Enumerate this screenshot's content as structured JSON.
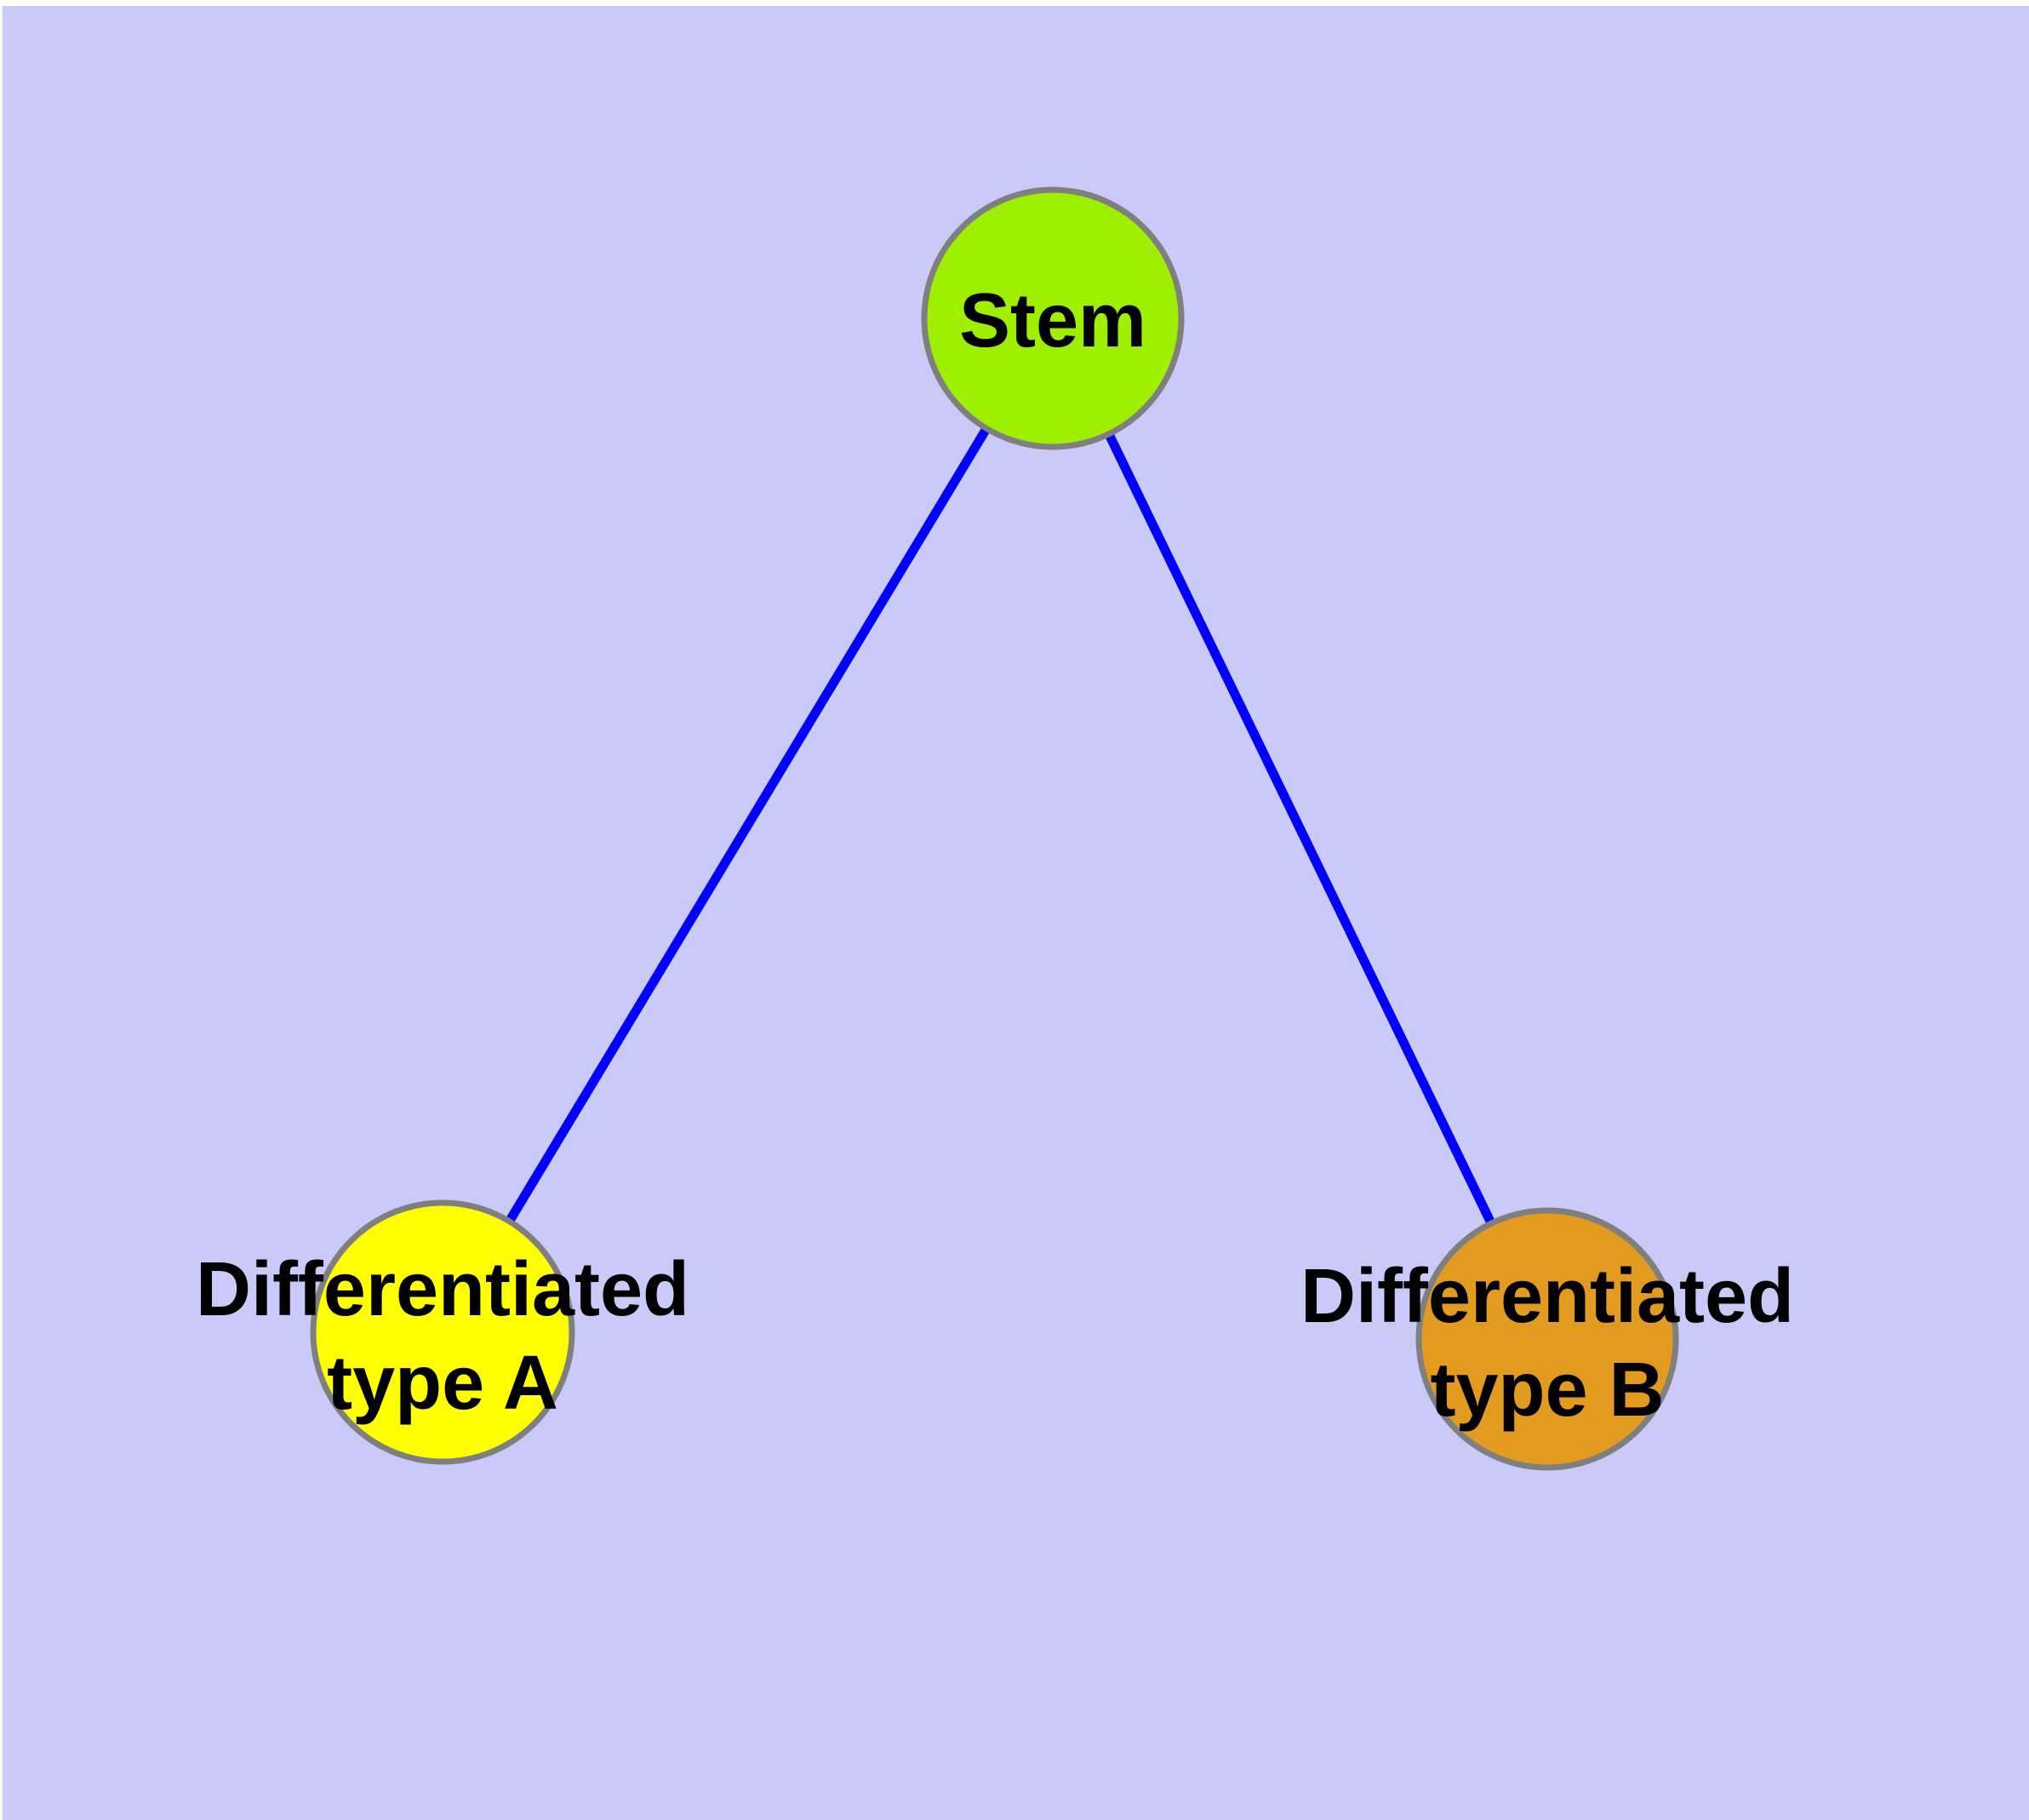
{
  "diagram": {
    "type": "graph",
    "background_color": "#CACAF8",
    "frame_color": "#FFFFFF",
    "edge_color": "#0000FF",
    "node_border_color": "#7F7F7F",
    "text_color": "#000000",
    "nodes": [
      {
        "id": "stem",
        "label": "Stem",
        "color": "#9EEF00"
      },
      {
        "id": "differentiated-type-a",
        "label": "Differentiated type A",
        "label_line1": "Differentiated",
        "label_line2": "type A",
        "color": "#FFFF00"
      },
      {
        "id": "differentiated-type-b",
        "label": "Differentiated type B",
        "label_line1": "Differentiated",
        "label_line2": "type B",
        "color": "#E29B1E"
      }
    ],
    "edges": [
      {
        "from": "stem",
        "to": "differentiated-type-a"
      },
      {
        "from": "stem",
        "to": "differentiated-type-b"
      }
    ]
  }
}
